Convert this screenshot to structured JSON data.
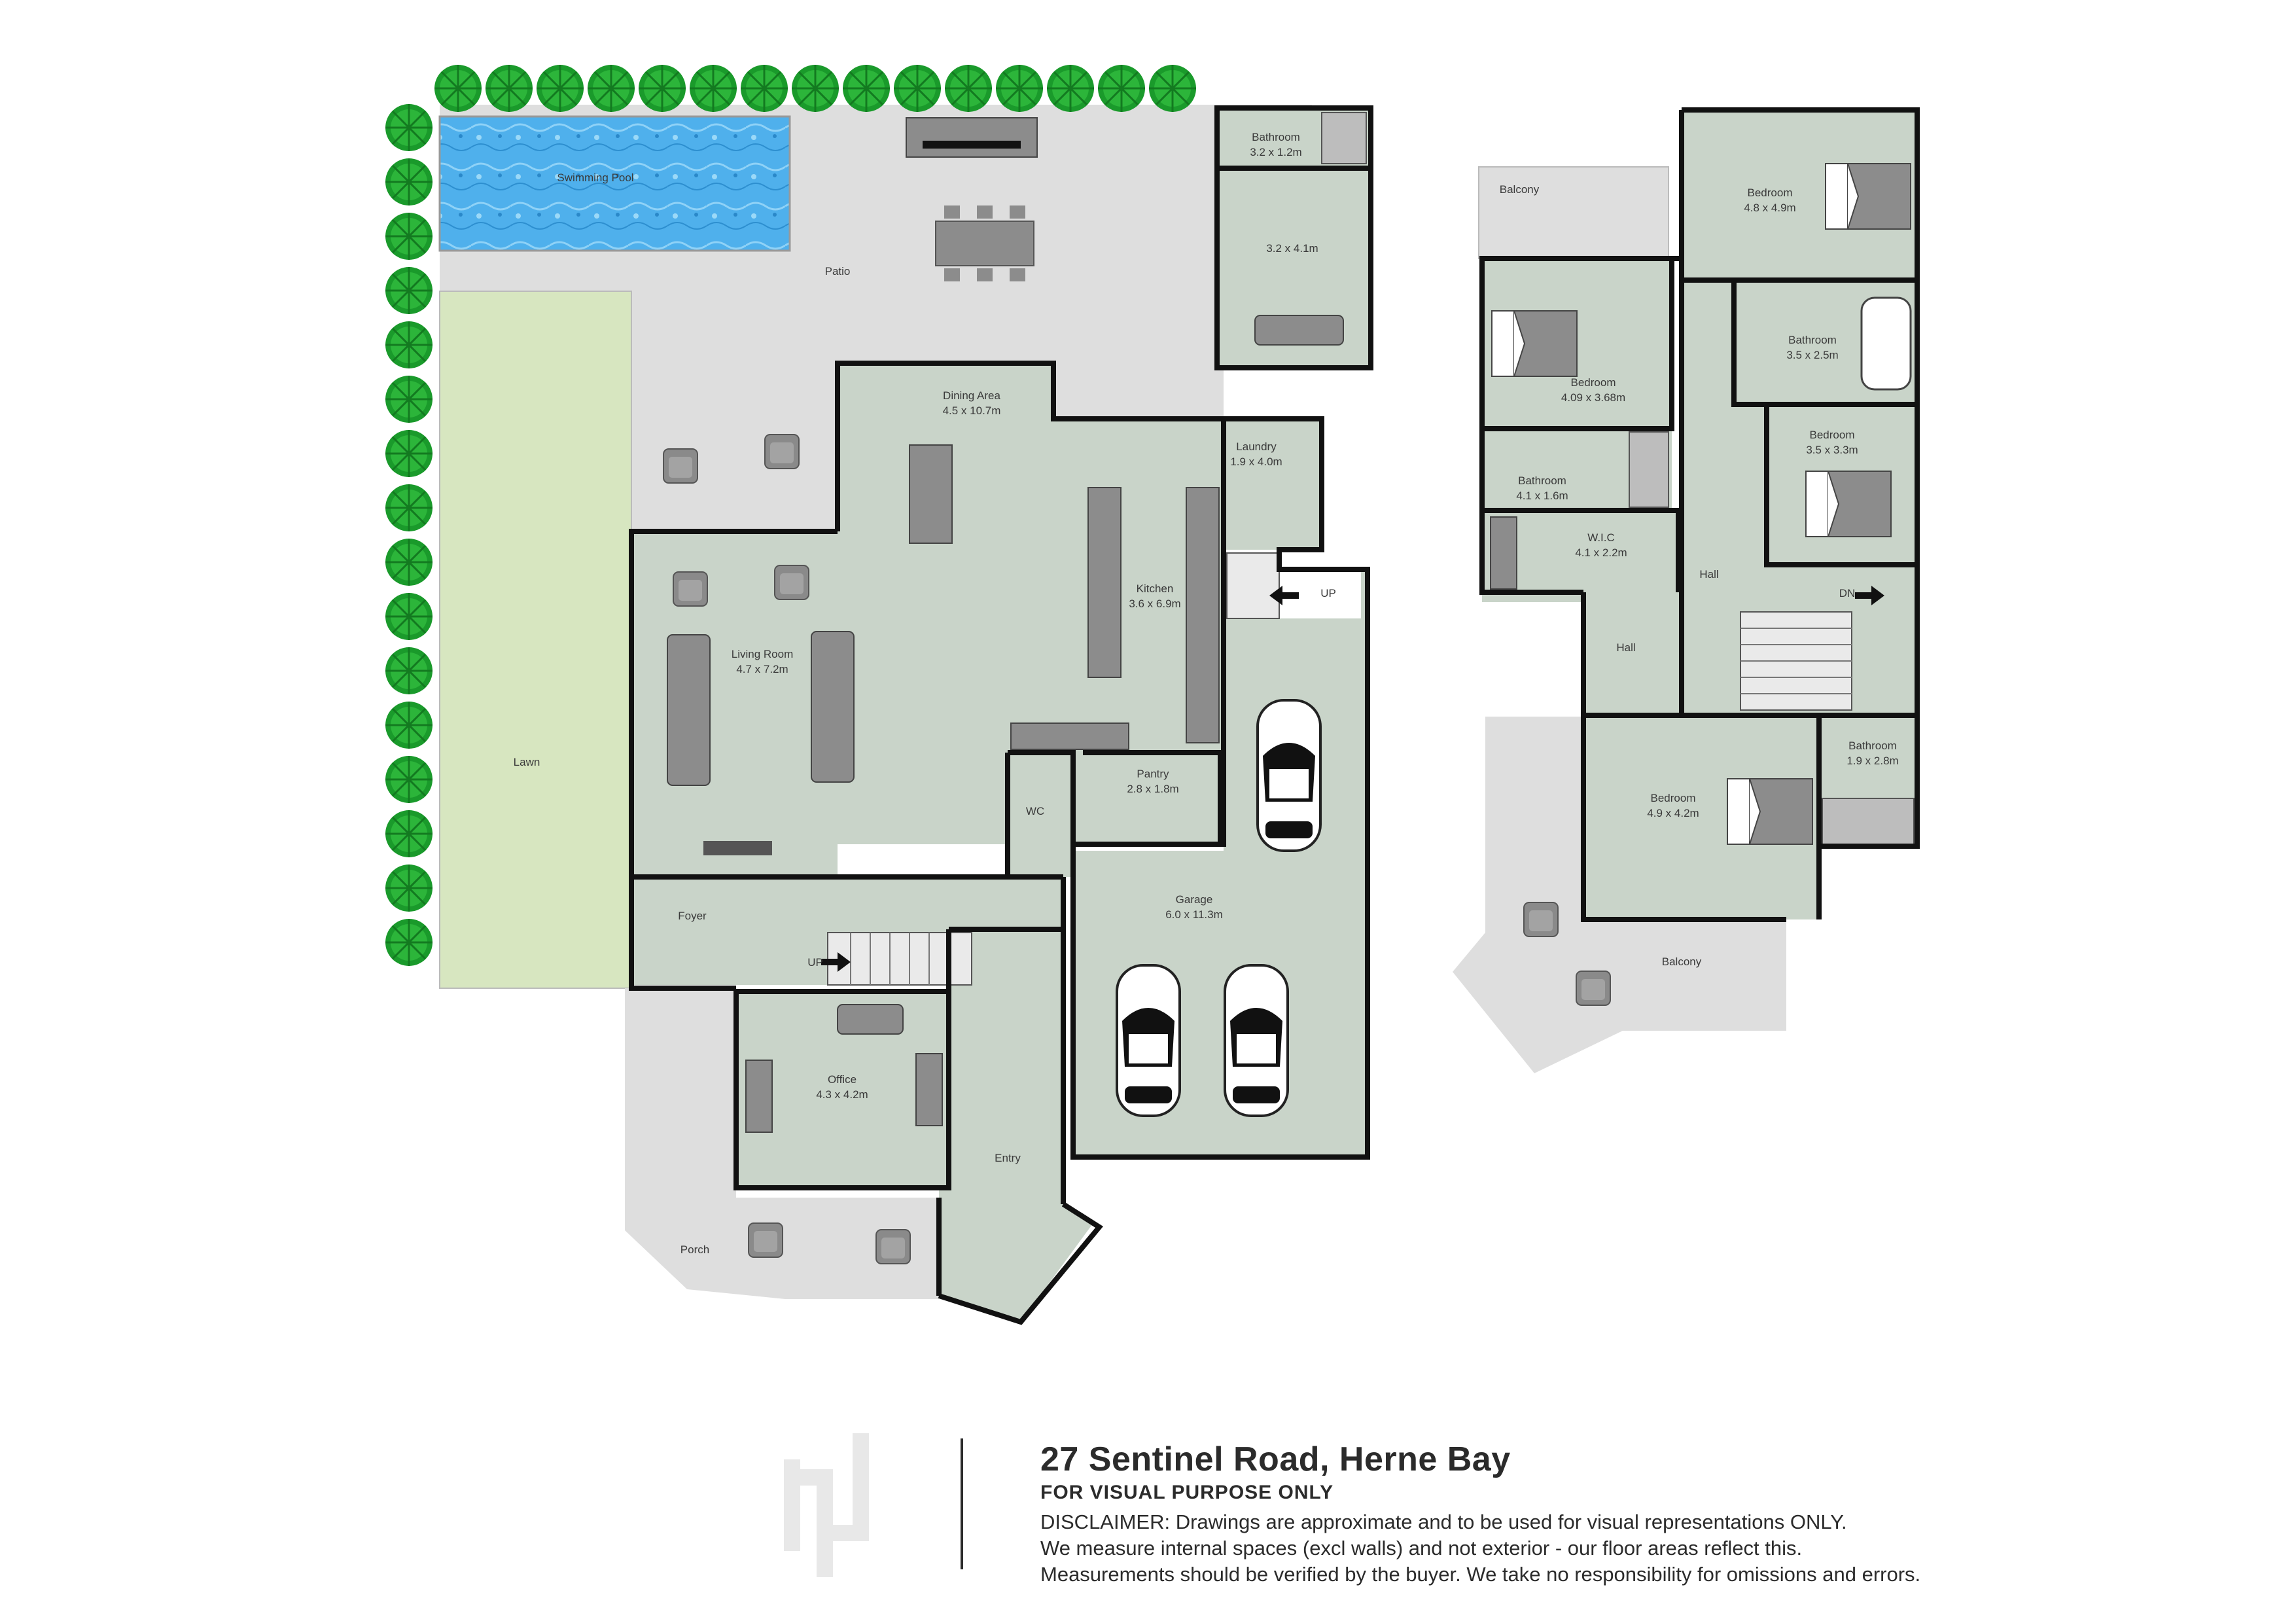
{
  "property": {
    "address": "27 Sentinel Road, Herne Bay",
    "tagline": "FOR VISUAL PURPOSE ONLY",
    "disclaimer_lines": [
      "DISCLAIMER:  Drawings are approximate and to be used for visual representations ONLY.",
      "We measure internal spaces (excl walls) and not exterior - our floor areas reflect this.",
      "Measurements should be verified by the buyer. We take no responsibility for omissions and errors."
    ]
  },
  "colors": {
    "room_fill": "#c9d4c9",
    "outdoor_fill": "#dedede",
    "lawn_fill": "#d7e6c0",
    "pool_fill": "#5ab7ee",
    "wall": "#111111",
    "tree": "#1fa32f",
    "furniture": "#8c8c8c"
  },
  "ground_floor": {
    "rooms": [
      {
        "name": "Swimming Pool",
        "size": ""
      },
      {
        "name": "Patio",
        "size": ""
      },
      {
        "name": "Lawn",
        "size": ""
      },
      {
        "name": "Bathroom",
        "size": "3.2 x 1.2m"
      },
      {
        "name": "",
        "size": "3.2 x 4.1m"
      },
      {
        "name": "Dining Area",
        "size": "4.5 x 10.7m"
      },
      {
        "name": "Laundry",
        "size": "1.9 x 4.0m"
      },
      {
        "name": "Kitchen",
        "size": "3.6 x 6.9m"
      },
      {
        "name": "Living Room",
        "size": "4.7 x 7.2m"
      },
      {
        "name": "Pantry",
        "size": "2.8 x 1.8m"
      },
      {
        "name": "WC",
        "size": ""
      },
      {
        "name": "Garage",
        "size": "6.0 x 11.3m"
      },
      {
        "name": "Foyer",
        "size": ""
      },
      {
        "name": "Office",
        "size": "4.3 x 4.2m"
      },
      {
        "name": "Entry",
        "size": ""
      },
      {
        "name": "Porch",
        "size": ""
      }
    ],
    "stair_labels": [
      "UP",
      "UP"
    ]
  },
  "first_floor": {
    "rooms": [
      {
        "name": "Balcony",
        "size": ""
      },
      {
        "name": "Bedroom",
        "size": "4.8 x 4.9m"
      },
      {
        "name": "Bedroom",
        "size": "4.09 x 3.68m"
      },
      {
        "name": "Bathroom",
        "size": "3.5 x 2.5m"
      },
      {
        "name": "Bathroom",
        "size": "4.1 x 1.6m"
      },
      {
        "name": "Bedroom",
        "size": "3.5 x 3.3m"
      },
      {
        "name": "W.I.C",
        "size": "4.1 x 2.2m"
      },
      {
        "name": "Hall",
        "size": ""
      },
      {
        "name": "Hall",
        "size": ""
      },
      {
        "name": "Bedroom",
        "size": "4.9 x 4.2m"
      },
      {
        "name": "Bathroom",
        "size": "1.9 x 2.8m"
      },
      {
        "name": "Balcony",
        "size": ""
      }
    ],
    "stair_label": "DN"
  }
}
